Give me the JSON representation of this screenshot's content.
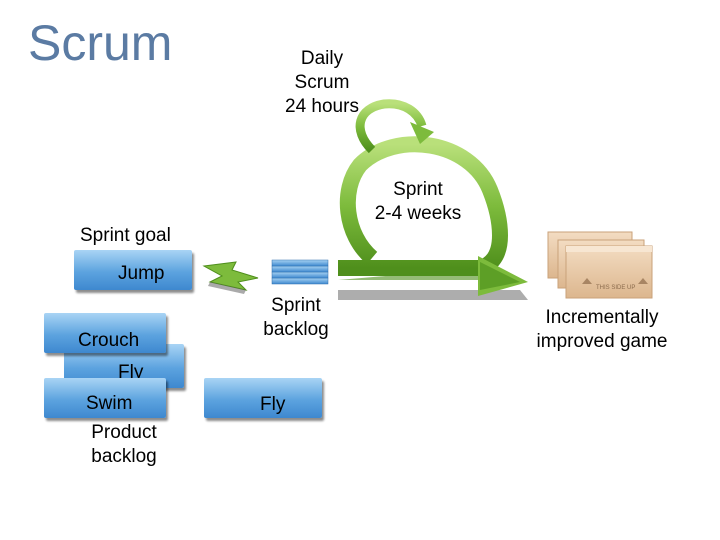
{
  "title": "Scrum",
  "daily_scrum": "Daily\nScrum\n24 hours",
  "sprint": "Sprint\n2-4 weeks",
  "sprint_goal": {
    "label": "Sprint goal",
    "card": "Jump"
  },
  "product_backlog": {
    "cards": [
      "Crouch",
      "Fly",
      "Swim"
    ],
    "label": "Product\nbacklog"
  },
  "sprint_backlog": {
    "label": "Sprint\nbacklog",
    "card": "Fly"
  },
  "output": {
    "label": "Incrementally\nimproved game",
    "box_stamp": "THIS SIDE UP"
  },
  "colors": {
    "title": "#5b7ba3",
    "card": "#5ca3df",
    "arrow": "#7dbb3c",
    "box": "#e8c9a6"
  }
}
